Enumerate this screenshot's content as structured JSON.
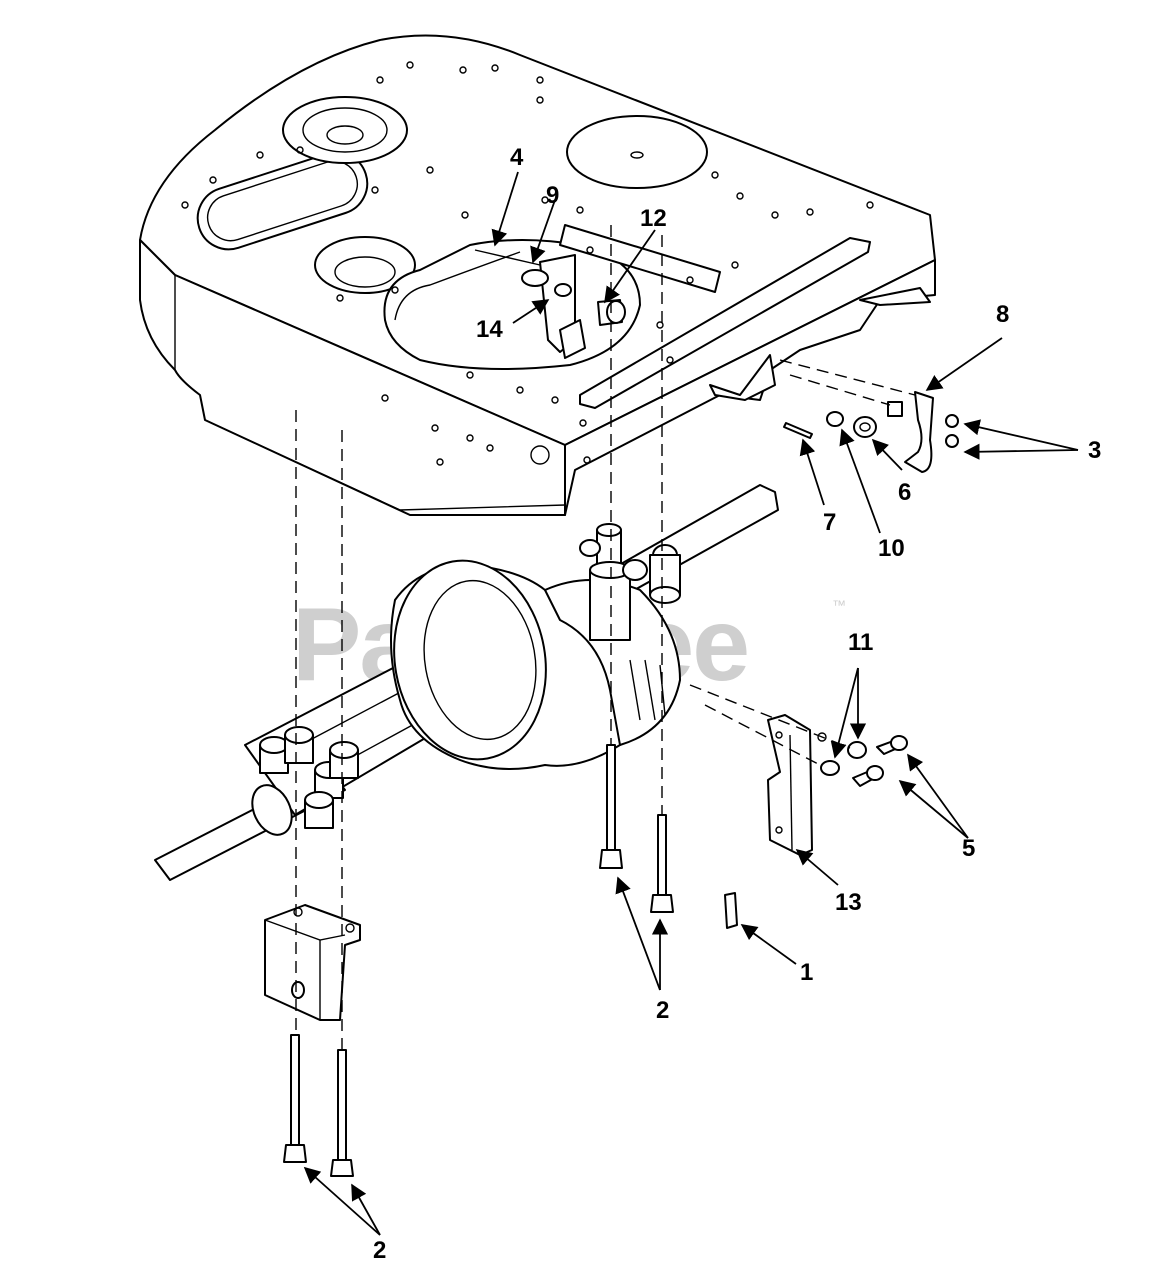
{
  "watermark": {
    "text": "PartsTree",
    "trademark": "™"
  },
  "callouts": {
    "c1": "1",
    "c2a": "2",
    "c2b": "2",
    "c3": "3",
    "c4": "4",
    "c5": "5",
    "c6": "6",
    "c7": "7",
    "c8": "8",
    "c9": "9",
    "c10": "10",
    "c11": "11",
    "c12": "12",
    "c13": "13",
    "c14": "14"
  }
}
